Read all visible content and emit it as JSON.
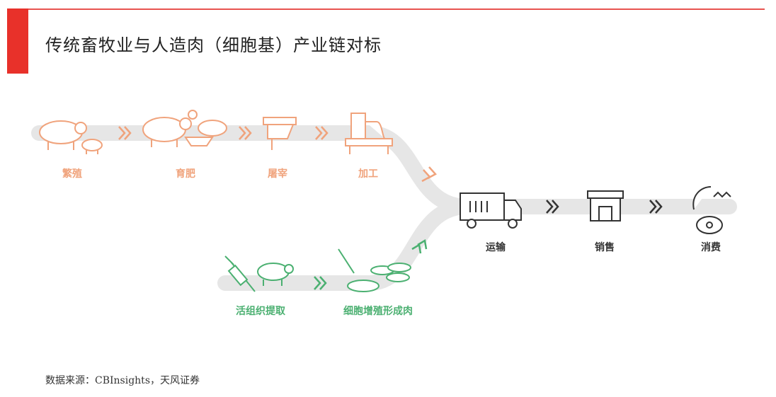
{
  "title": "传统畜牧业与人造肉（细胞基）产业链对标",
  "source": "数据来源：CBInsights，天风证券",
  "colors": {
    "traditional": "#f0a37c",
    "cultured": "#4bb071",
    "shared": "#333333",
    "track": "#e6e6e6",
    "accent": "#e8312a"
  },
  "traditional_steps": [
    "繁殖",
    "育肥",
    "屠宰",
    "加工"
  ],
  "cultured_steps": [
    "活组织提取",
    "细胞增殖形成肉"
  ],
  "shared_steps": [
    "运输",
    "销售",
    "消费"
  ],
  "icons": {
    "breeding": "pigs-icon",
    "fattening": "feeding-pigs-icon",
    "slaughter": "cleaver-icon",
    "processing": "meat-grinder-icon",
    "extraction": "syringe-pig-icon",
    "proliferation": "petri-dish-icon",
    "transport": "truck-icon",
    "sales": "store-icon",
    "consumption": "meat-products-icon"
  }
}
